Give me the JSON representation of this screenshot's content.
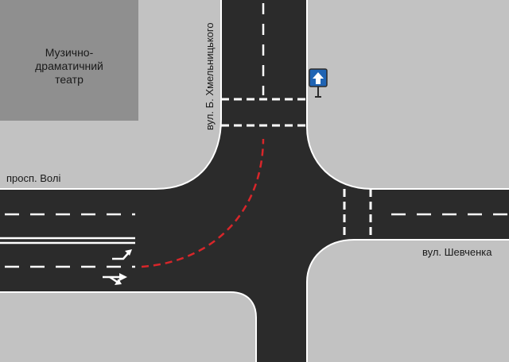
{
  "labels": {
    "theatre_line1": "Музично-",
    "theatre_line2": "драматичний",
    "theatre_line3": "театр",
    "street_vertical": "вул. Б. Хмельницького",
    "street_left": "просп. Волі",
    "street_right": "вул. Шевченка"
  },
  "colors": {
    "background": "#ffffff",
    "sidewalk": "#c2c2c2",
    "building": "#8f8f8f",
    "road": "#2b2b2b",
    "markings": "#ffffff",
    "route": "#d7262a",
    "sign_blue": "#1f64b4"
  },
  "icons": {
    "sign": "one-way-road-sign-icon",
    "arrow_left_lane": "turn-left-arrow-icon",
    "arrow_right_lane": "straight-or-right-arrow-icon"
  }
}
